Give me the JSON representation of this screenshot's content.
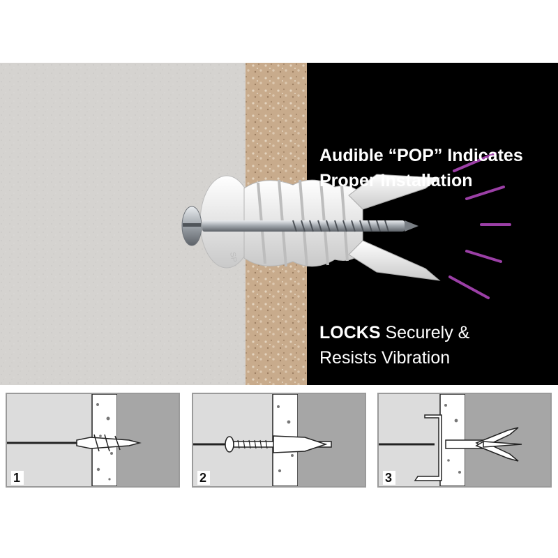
{
  "hero": {
    "caption_top_line1": "Audible “POP” Indicates",
    "caption_top_line2": "Proper Installation",
    "caption_bottom_strong": "LOCKS",
    "caption_bottom_rest": " Securely &",
    "caption_bottom_line2": "Resists Vibration",
    "anchor_head_marking": "SP",
    "colors": {
      "wall": "#d4d2cf",
      "drywall_core": "#c9ad8e",
      "cavity": "#000000",
      "pop_lines": "#9b3fa6",
      "anchor": "#f2f2f2",
      "text": "#ffffff"
    }
  },
  "steps": [
    {
      "number": "1"
    },
    {
      "number": "2"
    },
    {
      "number": "3"
    }
  ]
}
